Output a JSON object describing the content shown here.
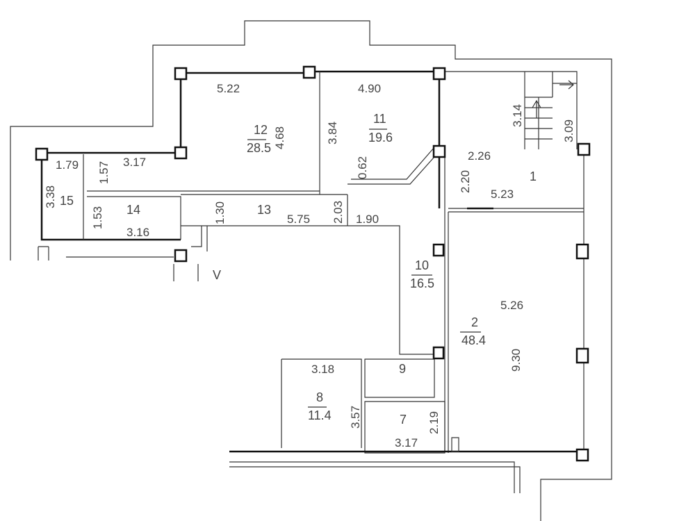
{
  "rooms": [
    {
      "number": "1"
    },
    {
      "number": "2",
      "area": "48.4"
    },
    {
      "number": "7"
    },
    {
      "number": "8",
      "area": "11.4"
    },
    {
      "number": "9"
    },
    {
      "number": "10",
      "area": "16.5"
    },
    {
      "number": "11",
      "area": "19.6"
    },
    {
      "number": "12",
      "area": "28.5"
    },
    {
      "number": "13"
    },
    {
      "number": "14"
    },
    {
      "number": "15"
    }
  ],
  "dimensions": [
    "5.22",
    "4.68",
    "4.90",
    "3.84",
    "0.62",
    "3.14",
    "3.09",
    "2.26",
    "2.20",
    "5.23",
    "1.79",
    "3.17",
    "1.57",
    "3.38",
    "1.53",
    "3.16",
    "1.30",
    "5.75",
    "2.03",
    "1.90",
    "5.26",
    "9.30",
    "3.18",
    "3.57",
    "2.19",
    "3.17"
  ],
  "marker": "V"
}
